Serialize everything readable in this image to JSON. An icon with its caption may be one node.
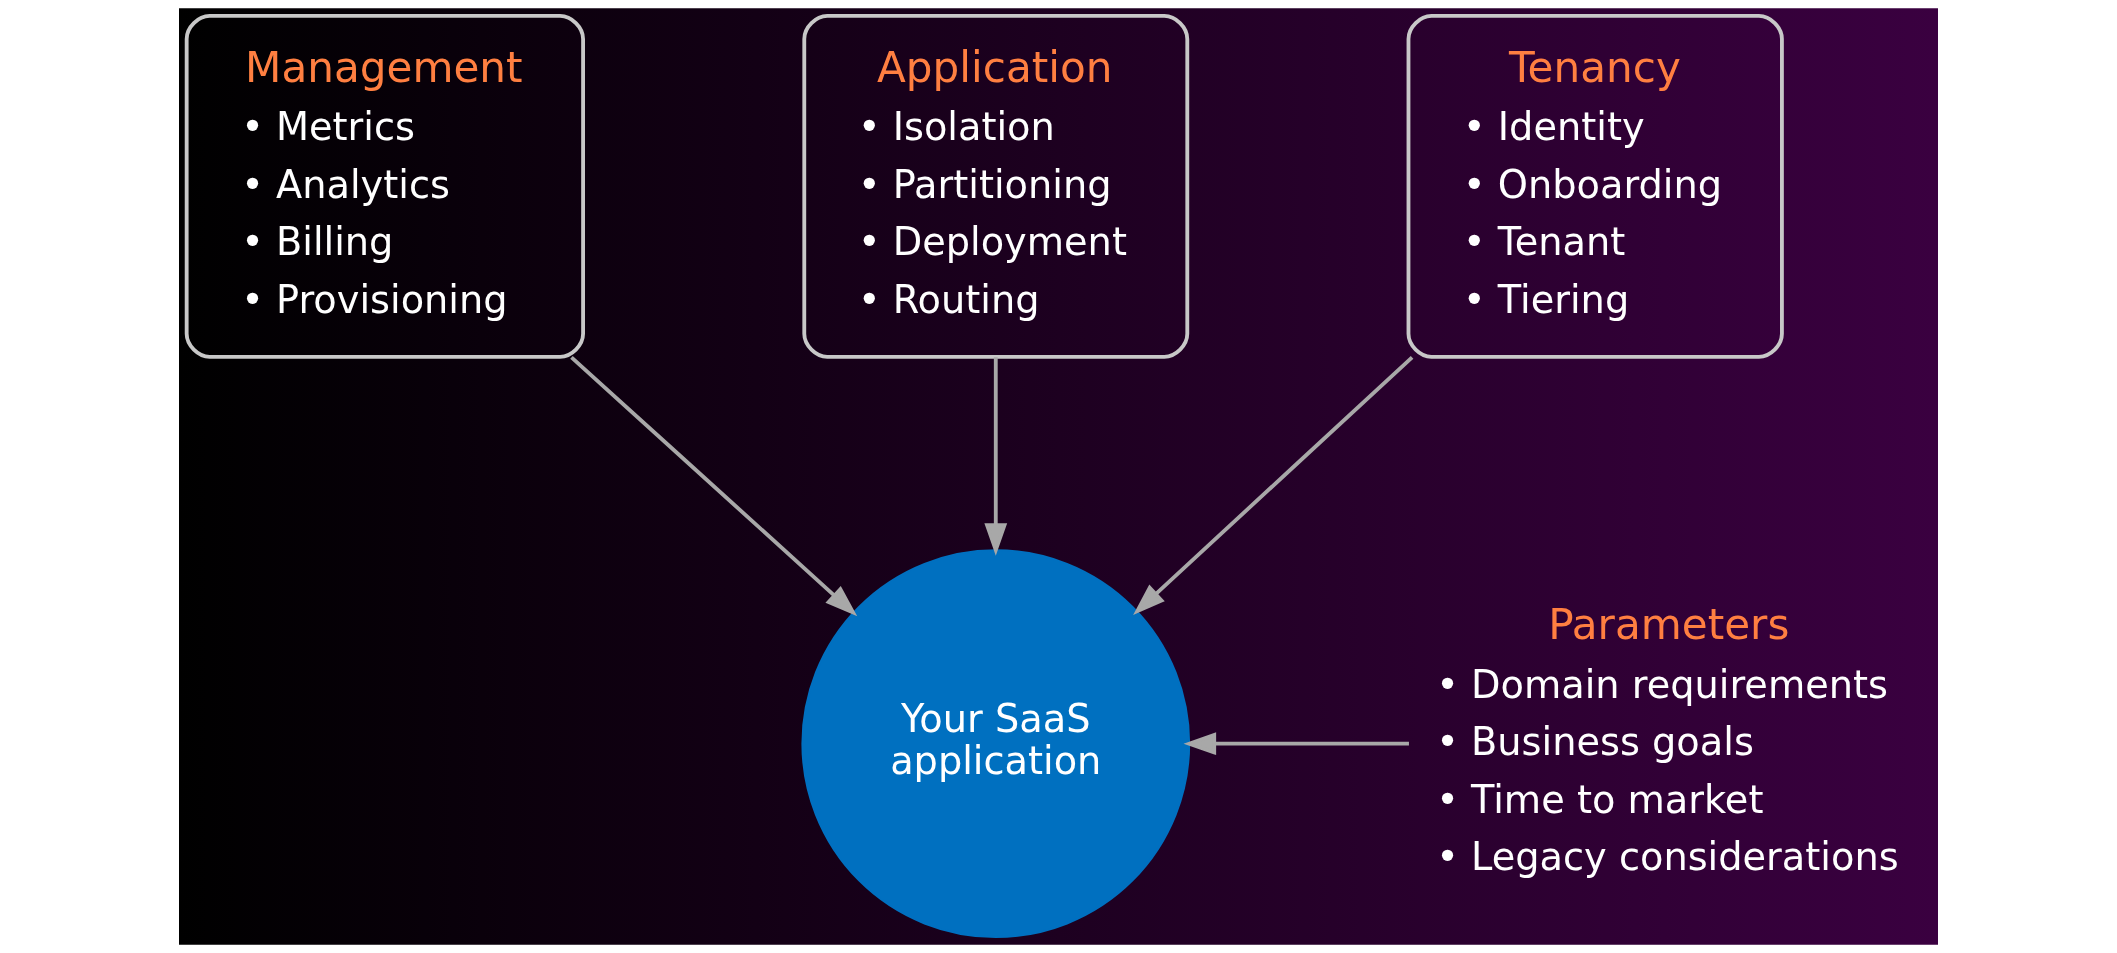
{
  "diagram": {
    "nodes": [
      {
        "text": [
          "Management",
          "• Metrics",
          "• Analytics",
          "• Billing",
          "• Provisioning"
        ]
      },
      {
        "text": [
          "Application",
          "• Isolation",
          "• Partitioning",
          "• Deployment",
          "• Routing"
        ]
      },
      {
        "text": [
          "Tenancy",
          "• Identity",
          "• Onboarding",
          "• Tenant",
          "• Tiering"
        ]
      },
      {
        "text": [
          "Your SaaS application"
        ]
      },
      {
        "text": [
          "Parameters",
          "• Domain requirements",
          "• Business goals",
          "• Time to market",
          "• Legacy considerations"
        ]
      }
    ],
    "edges": [
      {
        "from": 0,
        "to": 3,
        "arrow": "to"
      },
      {
        "from": 1,
        "to": 3,
        "arrow": "to"
      },
      {
        "from": 2,
        "to": 3,
        "arrow": "to"
      },
      {
        "from": 4,
        "to": 3,
        "arrow": "to"
      }
    ]
  }
}
